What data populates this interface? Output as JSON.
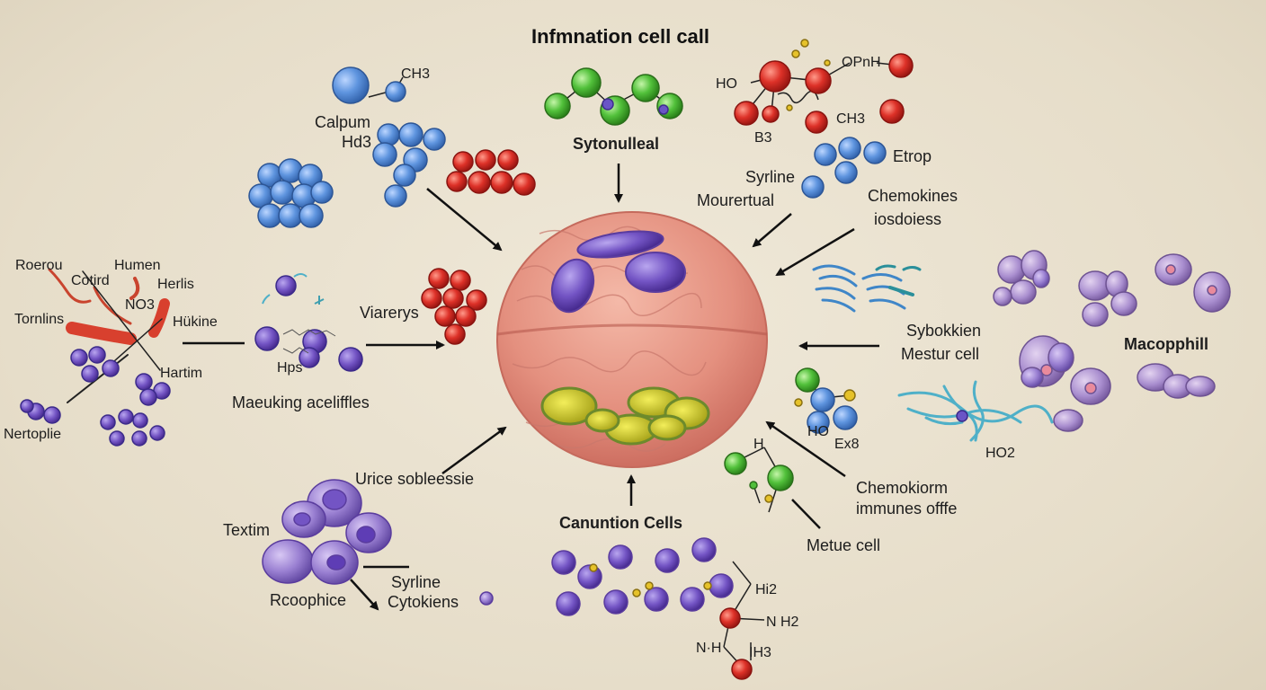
{
  "title": "Infmnation cell call",
  "labels": {
    "ch3_top": "CH3",
    "calpum": "Calpum",
    "hd3": "Hd3",
    "sytonulleal": "Sytonulleal",
    "ho_top": "HO",
    "oph": "OPnH",
    "b3": "B3",
    "ch3_right": "CH3",
    "etrop": "Etrop",
    "syrline_top": "Syrline",
    "mourertual": "Mourertual",
    "chemokines": "Chemokines",
    "iosdoiess": "iosdoiess",
    "roerou": "Roerou",
    "cotird": "Cotird",
    "humen": "Humen",
    "herlis": "Herlis",
    "no3": "NO3",
    "tornlins": "Tornlins",
    "hakine": "Hükine",
    "hartim": "Hartim",
    "nertoplie": "Nertoplie",
    "hps": "Hps",
    "viarerys": "Viarerys",
    "maeuking": "Maeuking aceliffles",
    "sybokkien": "Sybokkien",
    "mestur": "Mestur cell",
    "macopphill": "Macopphill",
    "ho_mid": "HO",
    "ex8": "Ex8",
    "h_mid": "H",
    "ho2": "HO2",
    "urice": "Urice sobleessie",
    "chemokiorm": "Chemokiorm",
    "immunes": "immunes offfe",
    "textim": "Textim",
    "syrline_bot": "Syrline",
    "rcoophice": "Rcoophice",
    "cytokiens": "Cytokiens",
    "canuntion": "Canuntion Cells",
    "metue": "Metue cell",
    "hi2": "Hi2",
    "nh2": "N H2",
    "nh": "N·H",
    "ih3": "IH3"
  },
  "colors": {
    "background": "#e9e1cf",
    "cell_body": "#e89a8c",
    "nucleus": "#9b6fd1",
    "blue_molecule": "#5a8fd8",
    "red_molecule": "#d8302a",
    "green_molecule": "#4fbf3a",
    "yellow_organelle": "#d8d23a",
    "purple_cell": "#9a84cf",
    "cyan_strand": "#4fb0c8",
    "arrow": "#111111"
  },
  "icons": [
    "arrow-icon",
    "molecule-cluster-icon",
    "cell-icon"
  ]
}
